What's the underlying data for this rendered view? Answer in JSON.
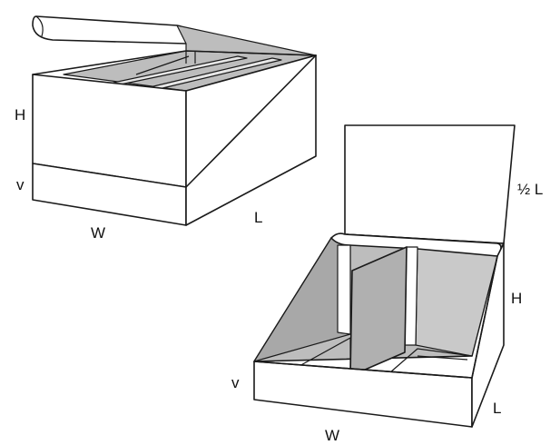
{
  "closed_box": {
    "labels": {
      "height": "H",
      "flap": "v",
      "width": "W",
      "length": "L"
    }
  },
  "open_display_box": {
    "labels": {
      "header": "½ L",
      "height": "H",
      "flap": "v",
      "width": "W",
      "length": "L"
    }
  },
  "colors": {
    "fill_light": "#ffffff",
    "fill_shade": "#bdbdbd",
    "fill_mid": "#d0d0d0",
    "stroke": "#1a1a1a"
  }
}
